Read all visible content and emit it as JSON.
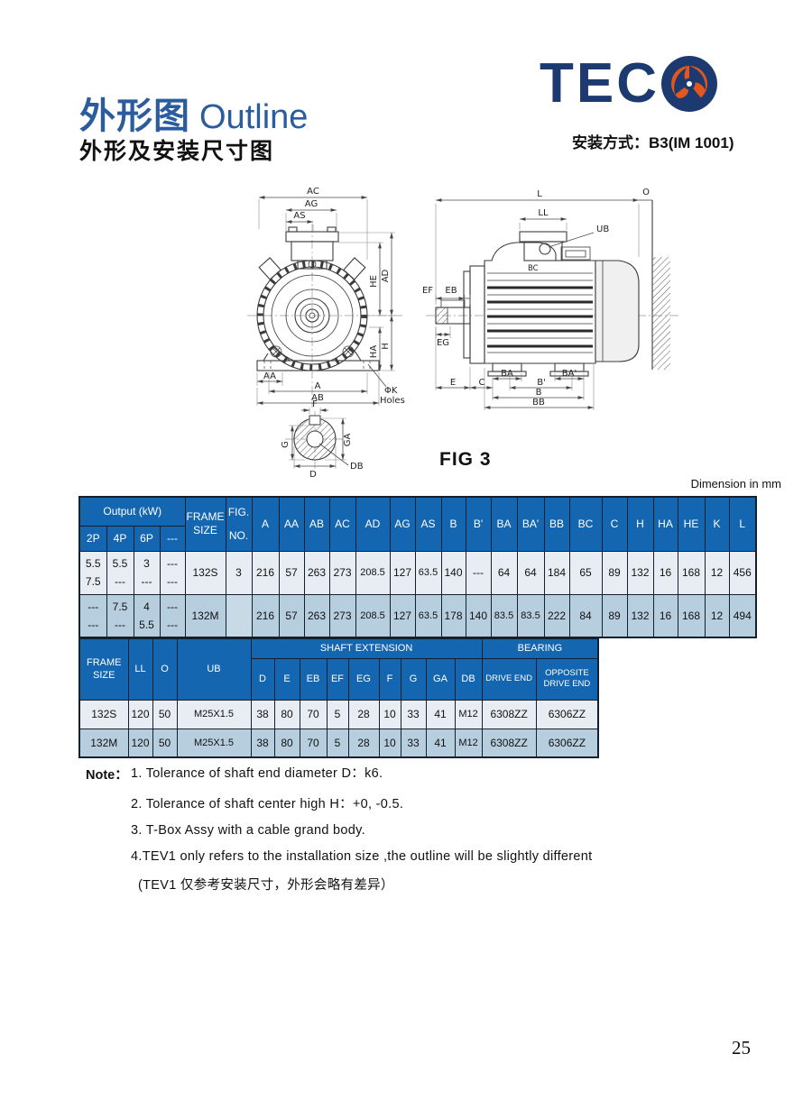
{
  "header": {
    "title_cn": "外形图",
    "title_en": "Outline",
    "subtitle": "外形及安装尺寸图",
    "logo_prefix": "TEC",
    "mount_label": "安装方式：B3(IM 1001)"
  },
  "figure": {
    "caption": "FIG 3",
    "dimension_note": "Dimension in mm",
    "labels": {
      "AC": "AC",
      "AG": "AG",
      "AS": "AS",
      "HE": "HE",
      "AD": "AD",
      "HA": "HA",
      "H": "H",
      "AA": "AA",
      "A": "A",
      "AB": "AB",
      "phiK": "ΦK",
      "holes": "Holes",
      "L": "L",
      "O": "O",
      "LL": "LL",
      "UB": "UB",
      "BC": "BC",
      "EF": "EF",
      "EB": "EB",
      "EG": "EG",
      "E": "E",
      "C": "C",
      "BA": "BA",
      "BAp": "BA'",
      "Bp": "B'",
      "B": "B",
      "BB": "BB",
      "F": "F",
      "GA": "GA",
      "G": "G",
      "D": "D",
      "DB": "DB"
    }
  },
  "table1": {
    "group_header": "Output (kW)",
    "frame_header_1": "FRAME",
    "frame_header_2": "SIZE",
    "fig_header_1": "FIG.",
    "fig_header_2": "NO.",
    "output_cols": [
      "2P",
      "4P",
      "6P",
      "---"
    ],
    "dim_cols": [
      "A",
      "AA",
      "AB",
      "AC",
      "AD",
      "AG",
      "AS",
      "B",
      "B'",
      "BA",
      "BA'",
      "BB",
      "BC",
      "C",
      "H",
      "HA",
      "HE",
      "K",
      "L"
    ],
    "rows": [
      {
        "outputs": [
          [
            "5.5",
            "7.5"
          ],
          [
            "5.5",
            "---"
          ],
          [
            "3",
            "---"
          ],
          [
            "---",
            "---"
          ]
        ],
        "frame": "132S",
        "fig": "3",
        "values": [
          "216",
          "57",
          "263",
          "273",
          "208.5",
          "127",
          "63.5",
          "140",
          "---",
          "64",
          "64",
          "184",
          "65",
          "89",
          "132",
          "16",
          "168",
          "12",
          "456"
        ]
      },
      {
        "outputs": [
          [
            "---",
            "---"
          ],
          [
            "7.5",
            "---"
          ],
          [
            "4",
            "5.5"
          ],
          [
            "---",
            "---"
          ]
        ],
        "frame": "132M",
        "fig": "",
        "values": [
          "216",
          "57",
          "263",
          "273",
          "208.5",
          "127",
          "63.5",
          "178",
          "140",
          "83.5",
          "83.5",
          "222",
          "84",
          "89",
          "132",
          "16",
          "168",
          "12",
          "494"
        ]
      }
    ]
  },
  "table2": {
    "frame_header_1": "FRAME",
    "frame_header_2": "SIZE",
    "ll_header": "LL",
    "o_header": "O",
    "ub_header": "UB",
    "shaft_group": "SHAFT  EXTENSION",
    "bearing_group": "BEARING",
    "shaft_cols": [
      "D",
      "E",
      "EB",
      "EF",
      "EG",
      "F",
      "G",
      "GA",
      "DB"
    ],
    "bearing_cols": [
      "DRIVE END",
      "OPPOSITE DRIVE  END"
    ],
    "rows": [
      {
        "frame": "132S",
        "ll": "120",
        "o": "50",
        "ub": "M25X1.5",
        "shaft": [
          "38",
          "80",
          "70",
          "5",
          "28",
          "10",
          "33",
          "41",
          "M12"
        ],
        "bearing": [
          "6308ZZ",
          "6306ZZ"
        ]
      },
      {
        "frame": "132M",
        "ll": "120",
        "o": "50",
        "ub": "M25X1.5",
        "shaft": [
          "38",
          "80",
          "70",
          "5",
          "28",
          "10",
          "33",
          "41",
          "M12"
        ],
        "bearing": [
          "6308ZZ",
          "6306ZZ"
        ]
      }
    ]
  },
  "notes": {
    "label": "Note：",
    "items": [
      "1. Tolerance  of  shaft  end  diameter  D：k6.",
      "2. Tolerance  of  shaft  center  high  H：+0, -0.5.",
      "3. T-Box Assy with a cable grand body.",
      "4.TEV1 only refers  to the installation size ,the outline will be slightly different",
      "(TEV1 仅参考安装尺寸，外形会略有差异）"
    ]
  },
  "page": {
    "number": "25"
  },
  "colors": {
    "header_blue": "#1566b1",
    "row_light": "#e8ecf3",
    "row_blue": "#b7cedf",
    "title_blue": "#2b5d9e",
    "logo_navy": "#1d3a70",
    "logo_orange": "#e2571e"
  }
}
